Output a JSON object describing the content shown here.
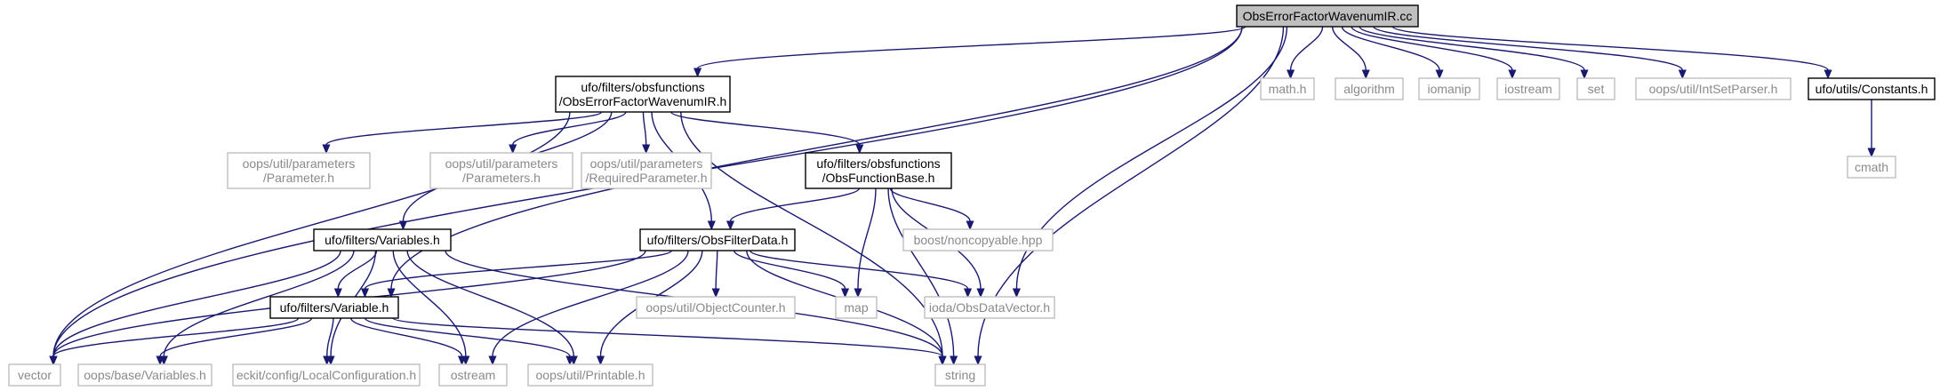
{
  "colors": {
    "edge": "#191970",
    "root_fill": "#bfbfbf",
    "local_border": "#000000",
    "system_border": "#bfbfbf",
    "system_text": "#8a8a8a"
  },
  "nodes": [
    {
      "id": "root",
      "kind": "root",
      "lines": [
        "ObsErrorFactorWavenumIR.cc"
      ]
    },
    {
      "id": "obserr_h",
      "kind": "local",
      "lines": [
        "ufo/filters/obsfunctions",
        "/ObsErrorFactorWavenumIR.h"
      ]
    },
    {
      "id": "math",
      "kind": "system",
      "lines": [
        "math.h"
      ]
    },
    {
      "id": "algorithm",
      "kind": "system",
      "lines": [
        "algorithm"
      ]
    },
    {
      "id": "iomanip",
      "kind": "system",
      "lines": [
        "iomanip"
      ]
    },
    {
      "id": "iostream",
      "kind": "system",
      "lines": [
        "iostream"
      ]
    },
    {
      "id": "set",
      "kind": "system",
      "lines": [
        "set"
      ]
    },
    {
      "id": "intsetparser",
      "kind": "system",
      "lines": [
        "oops/util/IntSetParser.h"
      ]
    },
    {
      "id": "constants",
      "kind": "local",
      "lines": [
        "ufo/utils/Constants.h"
      ]
    },
    {
      "id": "cmath",
      "kind": "system",
      "lines": [
        "cmath"
      ]
    },
    {
      "id": "parameter",
      "kind": "system",
      "lines": [
        "oops/util/parameters",
        "/Parameter.h"
      ]
    },
    {
      "id": "parameters",
      "kind": "system",
      "lines": [
        "oops/util/parameters",
        "/Parameters.h"
      ]
    },
    {
      "id": "reqparam",
      "kind": "system",
      "lines": [
        "oops/util/parameters",
        "/RequiredParameter.h"
      ]
    },
    {
      "id": "obsfuncbase",
      "kind": "local",
      "lines": [
        "ufo/filters/obsfunctions",
        "/ObsFunctionBase.h"
      ]
    },
    {
      "id": "variables_h",
      "kind": "local",
      "lines": [
        "ufo/filters/Variables.h"
      ]
    },
    {
      "id": "obsfilterdata",
      "kind": "local",
      "lines": [
        "ufo/filters/ObsFilterData.h"
      ]
    },
    {
      "id": "noncopyable",
      "kind": "system",
      "lines": [
        "boost/noncopyable.hpp"
      ]
    },
    {
      "id": "variable_h",
      "kind": "local",
      "lines": [
        "ufo/filters/Variable.h"
      ]
    },
    {
      "id": "objcounter",
      "kind": "system",
      "lines": [
        "oops/util/ObjectCounter.h"
      ]
    },
    {
      "id": "map",
      "kind": "system",
      "lines": [
        "map"
      ]
    },
    {
      "id": "iodavec",
      "kind": "system",
      "lines": [
        "ioda/ObsDataVector.h"
      ]
    },
    {
      "id": "vector",
      "kind": "system",
      "lines": [
        "vector"
      ]
    },
    {
      "id": "oopsvars",
      "kind": "system",
      "lines": [
        "oops/base/Variables.h"
      ]
    },
    {
      "id": "localconf",
      "kind": "system",
      "lines": [
        "eckit/config/LocalConfiguration.h"
      ]
    },
    {
      "id": "ostream",
      "kind": "system",
      "lines": [
        "ostream"
      ]
    },
    {
      "id": "printable",
      "kind": "system",
      "lines": [
        "oops/util/Printable.h"
      ]
    },
    {
      "id": "string",
      "kind": "system",
      "lines": [
        "string"
      ]
    }
  ]
}
